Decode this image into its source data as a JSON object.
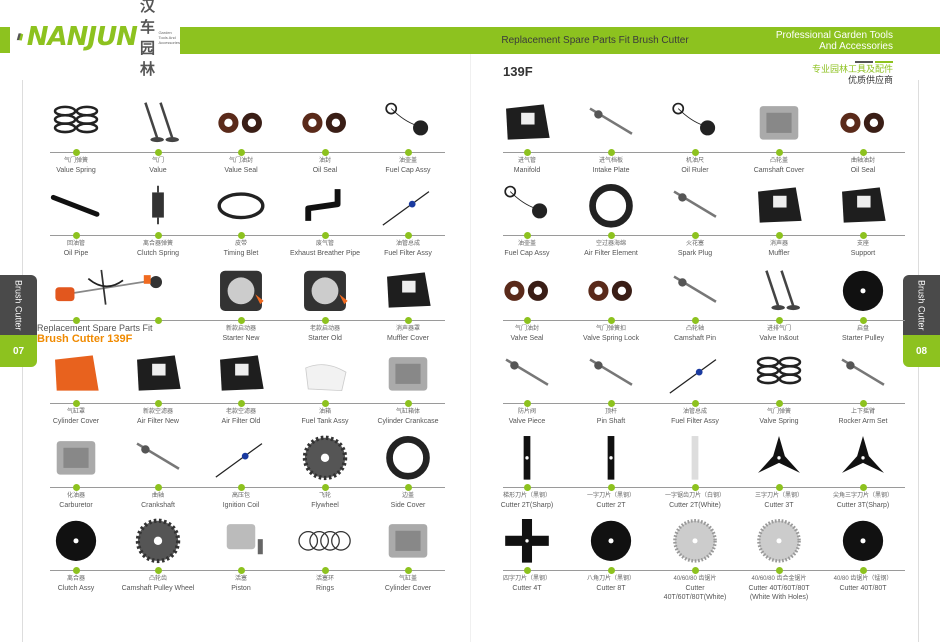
{
  "header": {
    "logo_text": "NANJUN",
    "logo_cn": "汉车园林",
    "logo_sub": "Garden Tools And Accessories",
    "center_title": "Replacement Spare Parts Fit Brush Cutter",
    "right_line1": "Professional Garden Tools",
    "right_line2": "And Accessories",
    "model": "139F",
    "cn_line1": "专业园林工具及配件",
    "cn_line2": "优质供应商"
  },
  "tabs": {
    "left": {
      "label": "Brush Cutter",
      "page": "07"
    },
    "right": {
      "label": "Brush Cutter",
      "page": "08"
    }
  },
  "promo": {
    "line1": "Replacement Spare Parts Fit",
    "line2": "Brush Cutter 139F"
  },
  "colors": {
    "accent": "#8dc21f",
    "dark": "#4a4a4a",
    "orange": "#f08a00"
  },
  "left_page": [
    [
      {
        "cn": "气门弹簧",
        "en": "Value Spring",
        "icon": "spring"
      },
      {
        "cn": "气门",
        "en": "Value",
        "icon": "valve"
      },
      {
        "cn": "气门油封",
        "en": "Value Seal",
        "icon": "seal"
      },
      {
        "cn": "油封",
        "en": "Oil Seal",
        "icon": "seal"
      },
      {
        "cn": "油壶盖",
        "en": "Fuel Cap Assy",
        "icon": "cap"
      }
    ],
    [
      {
        "cn": "回油管",
        "en": "Oil Pipe",
        "icon": "pipe"
      },
      {
        "cn": "离合器弹簧",
        "en": "Clutch Spring",
        "icon": "tspring"
      },
      {
        "cn": "皮带",
        "en": "Timing Blet",
        "icon": "belt"
      },
      {
        "cn": "废气管",
        "en": "Exhaust Breather Pipe",
        "icon": "bentpipe"
      },
      {
        "cn": "油管总成",
        "en": "Fuel Filter Assy",
        "icon": "wire"
      }
    ],
    [
      null,
      null,
      {
        "cn": "新款启动器",
        "en": "Starter New",
        "icon": "starter"
      },
      {
        "cn": "老款启动器",
        "en": "Starter Old",
        "icon": "starter"
      },
      {
        "cn": "消声器罩",
        "en": "Muffler Cover",
        "icon": "box"
      }
    ],
    [
      {
        "cn": "气缸罩",
        "en": "Cylinder Cover",
        "icon": "orange"
      },
      {
        "cn": "新款空滤器",
        "en": "Air Filter New",
        "icon": "box"
      },
      {
        "cn": "老款空滤器",
        "en": "Air Filter Old",
        "icon": "box"
      },
      {
        "cn": "油箱",
        "en": "Fuel Tank Assy",
        "icon": "tank"
      },
      {
        "cn": "气缸箱体",
        "en": "Cylinder Crankcase",
        "icon": "engine"
      }
    ],
    [
      {
        "cn": "化油器",
        "en": "Carburetor",
        "icon": "engine"
      },
      {
        "cn": "曲轴",
        "en": "Crankshaft",
        "icon": "rod"
      },
      {
        "cn": "高压包",
        "en": "Ignition Coil",
        "icon": "wire"
      },
      {
        "cn": "飞轮",
        "en": "Flywheel",
        "icon": "gear"
      },
      {
        "cn": "边盖",
        "en": "Side Cover",
        "icon": "ring"
      }
    ],
    [
      {
        "cn": "离合器",
        "en": "Clutch Assy",
        "icon": "disc"
      },
      {
        "cn": "凸轮齿",
        "en": "Camshaft Pulley Wheel",
        "icon": "gear"
      },
      {
        "cn": "活塞",
        "en": "Piston",
        "icon": "piston"
      },
      {
        "cn": "活塞环",
        "en": "Rings",
        "icon": "rings"
      },
      {
        "cn": "气缸盖",
        "en": "Cylinder Cover",
        "icon": "engine"
      }
    ]
  ],
  "right_page": [
    [
      {
        "cn": "进气管",
        "en": "Manifold",
        "icon": "box"
      },
      {
        "cn": "进气档板",
        "en": "Intake Plate",
        "icon": "rod"
      },
      {
        "cn": "机油尺",
        "en": "Oil Ruler",
        "icon": "cap"
      },
      {
        "cn": "凸轮盖",
        "en": "Camshaft Cover",
        "icon": "engine"
      },
      {
        "cn": "曲轴油封",
        "en": "Oil Seal",
        "icon": "seal"
      }
    ],
    [
      {
        "cn": "油壶盖",
        "en": "Fuel Cap Assy",
        "icon": "cap"
      },
      {
        "cn": "空过器海绵",
        "en": "Air Filter Element",
        "icon": "ring"
      },
      {
        "cn": "火花塞",
        "en": "Spark Plug",
        "icon": "rod"
      },
      {
        "cn": "消声器",
        "en": "Muffler",
        "icon": "box"
      },
      {
        "cn": "支座",
        "en": "Support",
        "icon": "box"
      }
    ],
    [
      {
        "cn": "气门油封",
        "en": "Valve Seal",
        "icon": "seal"
      },
      {
        "cn": "气门弹簧扣",
        "en": "Valve Spring Lock",
        "icon": "seal"
      },
      {
        "cn": "凸轮轴",
        "en": "Camshaft Pin",
        "icon": "rod"
      },
      {
        "cn": "进排气门",
        "en": "Valve In&out",
        "icon": "valve"
      },
      {
        "cn": "启盘",
        "en": "Starter Pulley",
        "icon": "disc"
      }
    ],
    [
      {
        "cn": "防片阀",
        "en": "Valve Piece",
        "icon": "rod"
      },
      {
        "cn": "顶杆",
        "en": "Pin Shaft",
        "icon": "rod"
      },
      {
        "cn": "油管总成",
        "en": "Fuel Filter Assy",
        "icon": "wire"
      },
      {
        "cn": "气门弹簧",
        "en": "Valve Spring",
        "icon": "spring"
      },
      {
        "cn": "上下摇臂",
        "en": "Rocker Arm Set",
        "icon": "rod"
      }
    ],
    [
      {
        "cn": "梯形刀片（黑钢）",
        "en": "Cutter 2T(Sharp)",
        "icon": "blade2"
      },
      {
        "cn": "一字刀片（黑钢）",
        "en": "Cutter 2T",
        "icon": "blade2"
      },
      {
        "cn": "一字锯齿刀片（白钢）",
        "en": "Cutter 2T(White)",
        "icon": "blade2w"
      },
      {
        "cn": "三字刀片（黑钢）",
        "en": "Cutter 3T",
        "icon": "blade3"
      },
      {
        "cn": "尖角三字刀片（黑钢）",
        "en": "Cutter 3T(Sharp)",
        "icon": "blade3"
      }
    ],
    [
      {
        "cn": "四字刀片（黑钢）",
        "en": "Cutter 4T",
        "icon": "blade4"
      },
      {
        "cn": "八角刀片（黑钢）",
        "en": "Cutter 8T",
        "icon": "disc"
      },
      {
        "cn": "40/60/80 齿锯片",
        "en": "Cutter 40T/60T/80T(White)",
        "icon": "saw"
      },
      {
        "cn": "40/60/80 齿合金锯片",
        "en": "Cutter 40T/60T/80T (White With Holes)",
        "icon": "saw"
      },
      {
        "cn": "40/80 齿锯片（锰钢）",
        "en": "Cutter 40T/80T",
        "icon": "disc"
      }
    ]
  ]
}
